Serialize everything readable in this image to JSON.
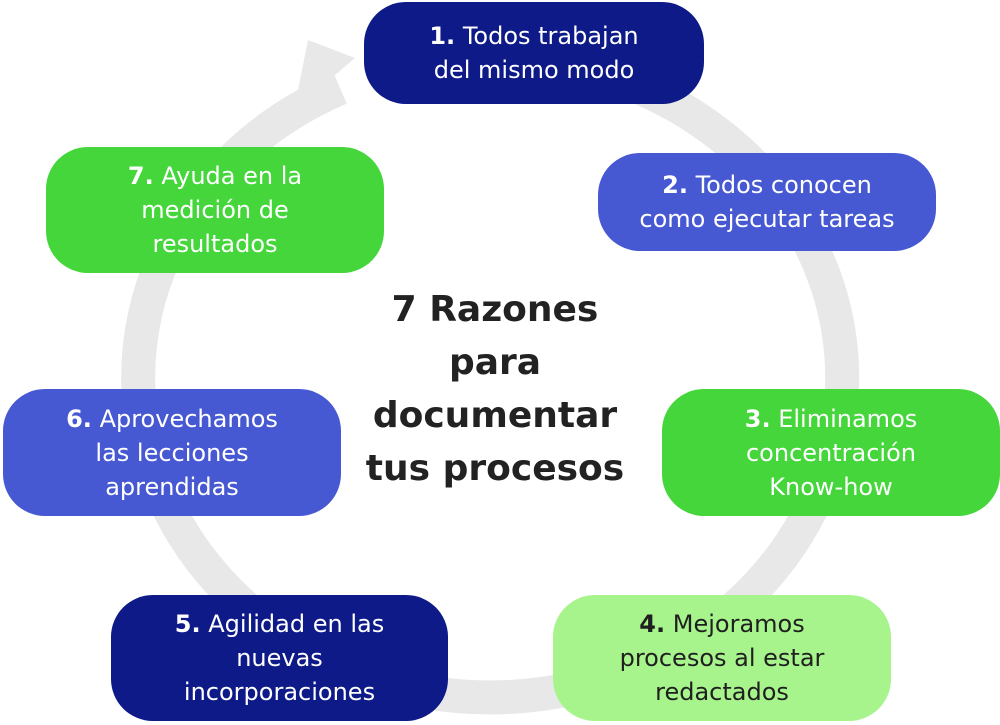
{
  "title_lines": [
    "7 Razones",
    "para",
    "documentar",
    "tus procesos"
  ],
  "colors": {
    "arrow": "#e8e8e8",
    "navy": "#0d1a87",
    "blue": "#4658d2",
    "green": "#44d63a",
    "light_green": "#a8f48c",
    "text_light": "#ffffff",
    "text_dark": "#1f1f1f"
  },
  "nodes": [
    {
      "num": "1.",
      "lines": [
        "Todos trabajan",
        "del mismo modo"
      ],
      "bg": "#0d1a87",
      "fg": "#ffffff"
    },
    {
      "num": "2.",
      "lines": [
        "Todos conocen",
        "como ejecutar tareas"
      ],
      "bg": "#4658d2",
      "fg": "#ffffff"
    },
    {
      "num": "3.",
      "lines": [
        "Eliminamos",
        "concentración",
        "Know-how"
      ],
      "bg": "#44d63a",
      "fg": "#ffffff"
    },
    {
      "num": "4.",
      "lines": [
        "Mejoramos",
        "procesos al estar",
        "redactados"
      ],
      "bg": "#a8f48c",
      "fg": "#1f1f1f"
    },
    {
      "num": "5.",
      "lines": [
        "Agilidad en las",
        "nuevas",
        "incorporaciones"
      ],
      "bg": "#0d1a87",
      "fg": "#ffffff"
    },
    {
      "num": "6.",
      "lines": [
        "Aprovechamos",
        "las lecciones",
        "aprendidas"
      ],
      "bg": "#4658d2",
      "fg": "#ffffff"
    },
    {
      "num": "7.",
      "lines": [
        "Ayuda en la",
        "medición de",
        "resultados"
      ],
      "bg": "#44d63a",
      "fg": "#ffffff"
    }
  ]
}
